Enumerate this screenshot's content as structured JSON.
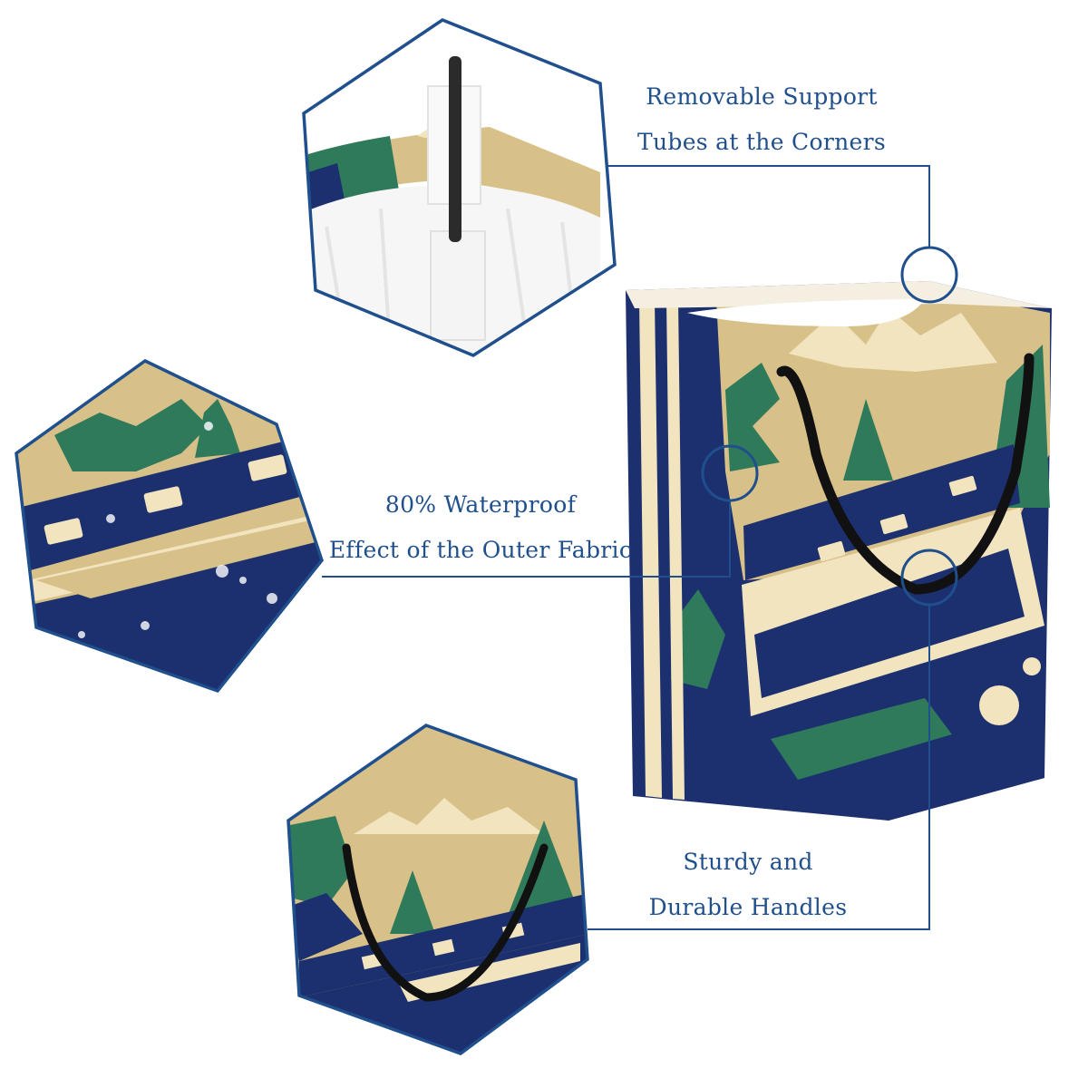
{
  "features": [
    {
      "line1": "Removable Support",
      "line2": "Tubes at the Corners"
    },
    {
      "line1": "80% Waterproof",
      "line2": "Effect of the Outer Fabric"
    },
    {
      "line1": "Sturdy and",
      "line2": "Durable Handles"
    }
  ],
  "colors": {
    "accent_line": "#1f4f8c",
    "navy": "#1c2f6e",
    "tan": "#d8c089",
    "green": "#2f7a5a",
    "cream": "#f1e4bf"
  }
}
